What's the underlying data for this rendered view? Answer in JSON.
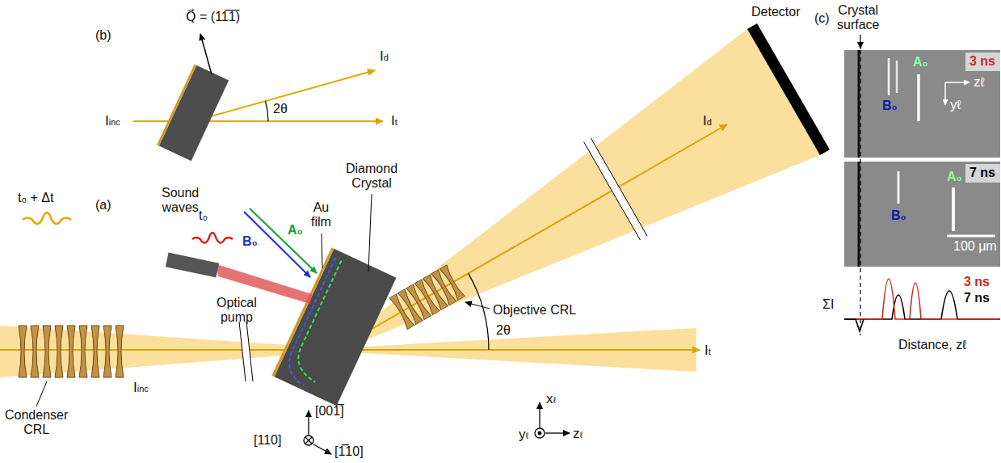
{
  "diagram": {
    "nodes": [
      {
        "text": [
          "A₀",
          "B₀",
          "zℓ",
          "yℓ"
        ]
      },
      {
        "text": [
          "3 ns"
        ],
        "in": 0
      },
      {
        "text": [
          "A₀",
          "B₀",
          "100 μm"
        ]
      },
      {
        "text": [
          "7 ns"
        ],
        "in": 2
      }
    ],
    "labels": [
      "(a)",
      "(b)",
      "(c)",
      "Q⃗ = (11̅1̅)",
      "Iinc",
      "Id",
      "It",
      "2θ",
      "Detector",
      "Id",
      "Sound waves",
      "B₀",
      "A₀",
      "Au film",
      "Diamond Crystal",
      "t₀ + Δt",
      "t₀",
      "Optical pump",
      "Objective CRL",
      "2θ",
      "It",
      "Iinc",
      "Condenser CRL",
      "[001̅]",
      "[110]",
      "[1̅10]",
      "xℓ",
      "yℓ",
      "zℓ",
      "Crystal surface",
      "3 ns",
      "7 ns",
      "ΣI",
      "Distance, zℓ"
    ]
  }
}
